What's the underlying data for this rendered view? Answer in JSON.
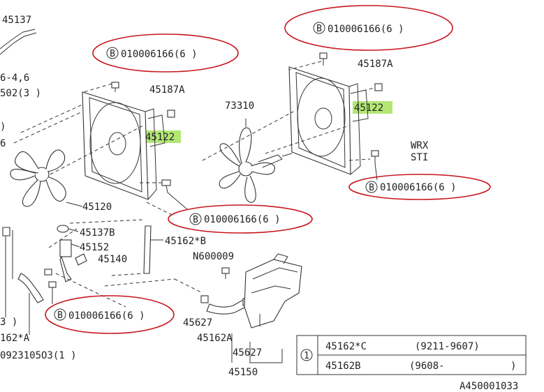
{
  "callouts": {
    "bolt_top_left": "010006166(6 )",
    "bolt_top_right": "010006166(6 )",
    "bolt_right_mid": "010006166(6 )",
    "bolt_center": "010006166(6 )",
    "bolt_bottom_left": "010006166(6 )",
    "b_marker": "B"
  },
  "labels": {
    "p45137": "45137",
    "p45187a_left": "45187A",
    "p45187a_right": "45187A",
    "p73310": "73310",
    "p45122_left": "45122",
    "p45122_right": "45122",
    "p45120": "45120",
    "p45137b": "45137B",
    "p45152": "45152",
    "p45140": "45140",
    "p45162b_star": "45162*B",
    "n600009": "N600009",
    "p45627_a": "45627",
    "p45162a": "45162A",
    "p45627_b": "45627",
    "p45150": "45150",
    "p_left_1": "6-4,6",
    "p_left_2": "502(3 )",
    "p_left_3": ")",
    "p_left_4": "6",
    "p_left_5": "3 )",
    "p_left_6": "162*A",
    "p_left_7": "0923105O3(1 )",
    "wrx": "WRX",
    "sti": "STI",
    "diagram_id": "A450001033"
  },
  "table": {
    "ref": "1",
    "rows": [
      {
        "part": "45162*C",
        "range": "(9211-9607)"
      },
      {
        "part": "45162B",
        "range": "(9608-",
        "close": ")"
      }
    ]
  },
  "colors": {
    "oval": "#c8161d",
    "highlight": "#a6e25a",
    "ink": "#222222"
  }
}
